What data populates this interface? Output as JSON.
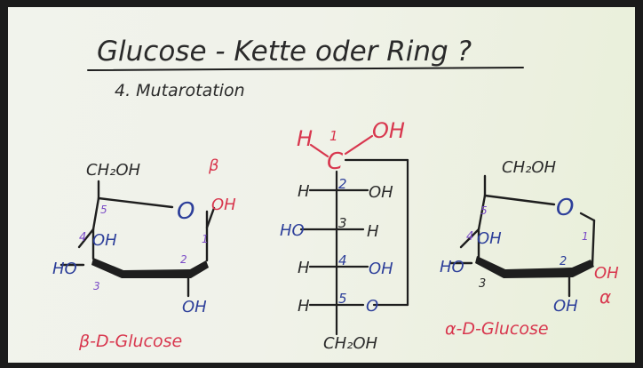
{
  "title": "Glucose - Kette oder Ring ?",
  "subtitle": "4. Mutarotation",
  "colors": {
    "ink": "#2a2a2a",
    "blue": "#2d3f9a",
    "red": "#d8374e",
    "purple": "#7a4bc6",
    "board": "#f0f2ea"
  },
  "beta": {
    "ch2oh": "CH₂OH",
    "ring_o": "O",
    "anomer_symbol": "β",
    "oh_top": "OH",
    "oh4": "OH",
    "ho3": "HO",
    "oh2": "OH",
    "n1": "1",
    "n2": "2",
    "n3": "3",
    "n4": "4",
    "n5": "5",
    "name": "β-D-Glucose"
  },
  "chain": {
    "h": "H",
    "n1": "1",
    "oh_top": "OH",
    "c": "C",
    "n2": "2",
    "n3": "3",
    "n4": "4",
    "n5": "5",
    "r2_left": "H",
    "r2_right": "OH",
    "r3_left": "HO",
    "r3_right": "H",
    "r4_left": "H",
    "r4_right": "OH",
    "r5_left": "H",
    "r5_right": "O",
    "bottom": "CH₂OH"
  },
  "alpha": {
    "ch2oh": "CH₂OH",
    "ring_o": "O",
    "oh4": "OH",
    "ho3": "HO",
    "oh1": "OH",
    "oh2": "OH",
    "anomer_symbol": "α",
    "n1": "1",
    "n2": "2",
    "n3": "3",
    "n4": "4",
    "n5": "5",
    "name": "α-D-Glucose"
  }
}
